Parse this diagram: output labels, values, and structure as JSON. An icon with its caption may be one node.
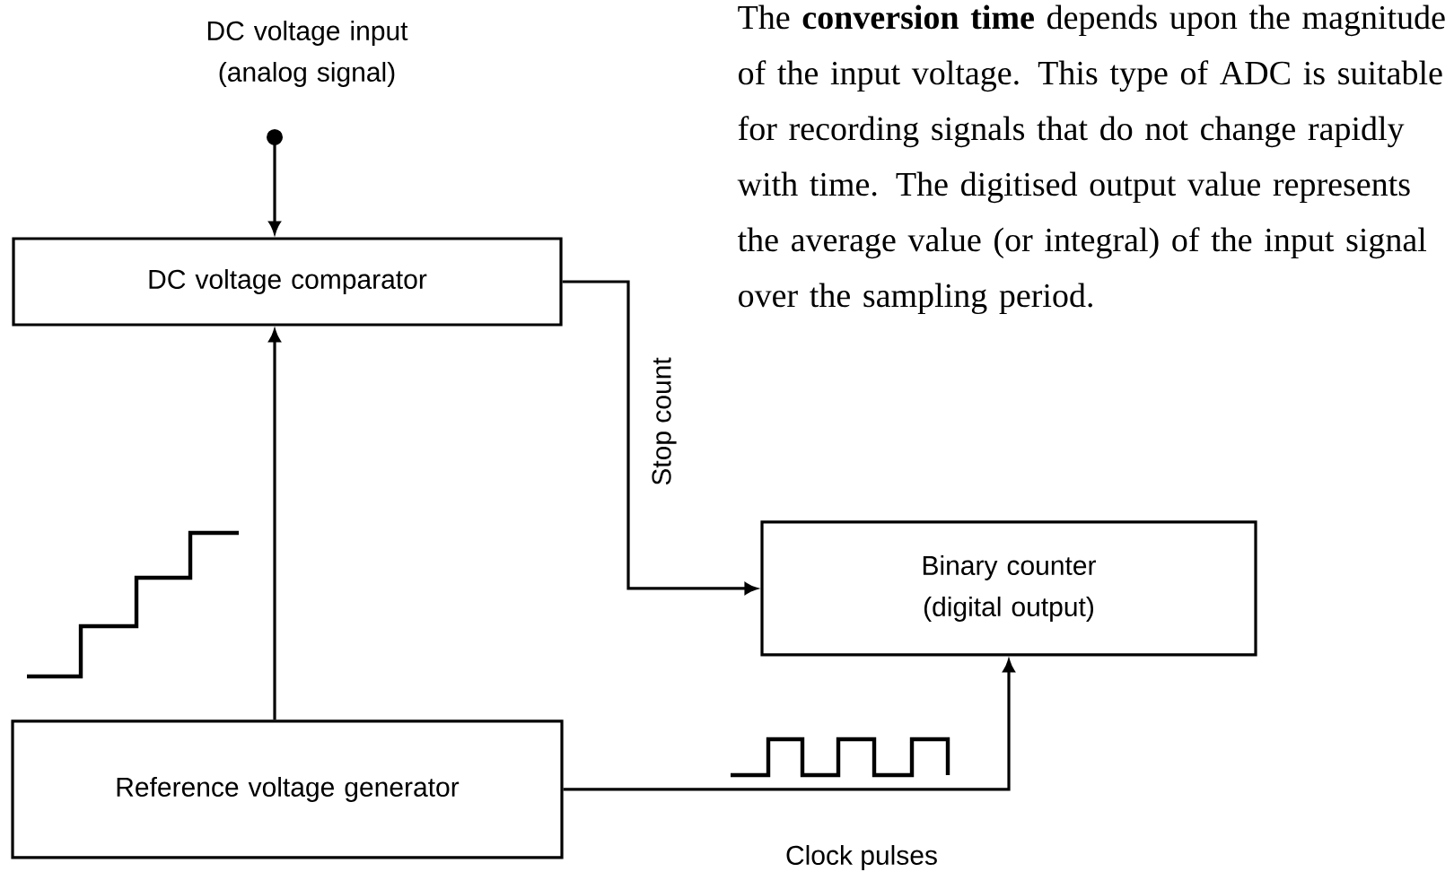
{
  "diagram": {
    "nodes": [
      {
        "text": [
          "DC voltage input (analog signal)"
        ]
      },
      {
        "text": [
          "DC voltage comparator"
        ]
      },
      {
        "text": [
          "Binary counter (digital output)"
        ]
      },
      {
        "text": [
          "Reference voltage generator"
        ]
      }
    ],
    "edges": [
      {
        "from": 0,
        "to": 1,
        "arrow": "to"
      },
      {
        "from": 3,
        "to": 1,
        "arrow": "to"
      },
      {
        "from": 1,
        "to": 2,
        "arrow": "to",
        "label": "Stop count"
      },
      {
        "from": 3,
        "to": 2,
        "arrow": "to",
        "label": "Clock pulses"
      }
    ],
    "labels": [
      "The **conversion time** depends upon the magnitude of the input voltage. This type of ADC is suitable for recording signals that do not change rapidly with time. The digitised output value represents the average value (or integral) of the input signal over the sampling period."
    ]
  }
}
